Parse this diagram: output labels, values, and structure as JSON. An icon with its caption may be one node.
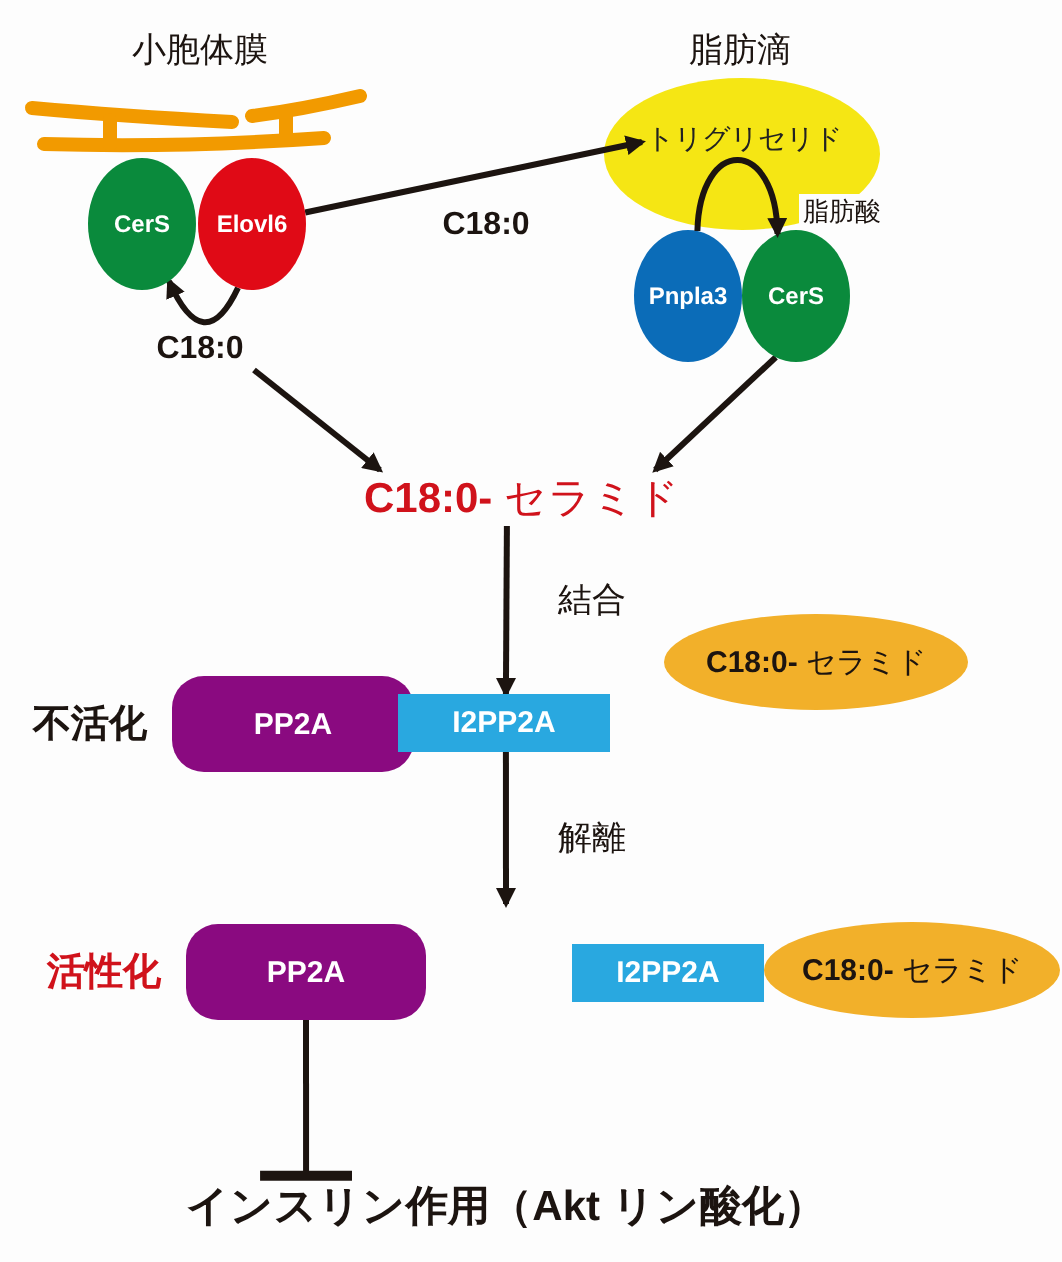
{
  "diagram": {
    "nodes": [
      {
        "text": [
          "CerS"
        ]
      },
      {
        "text": [
          "Elovl6"
        ]
      },
      {
        "text": [
          "トリグリセリド"
        ],
        "beside": [
          "脂肪滴"
        ]
      },
      {
        "text": [
          "Pnpla3"
        ]
      },
      {
        "text": [
          "CerS"
        ]
      },
      {
        "text": [
          "C18:0"
        ]
      },
      {
        "text": [
          "**C18:0-** セラミド"
        ]
      },
      {
        "text": [
          "PP2A"
        ],
        "beside": [
          "不活化"
        ]
      },
      {
        "text": [
          "I2PP2A"
        ]
      },
      {
        "text": [
          "**C18:0-** セラミド"
        ]
      },
      {
        "text": [
          "PP2A"
        ],
        "beside": [
          "活性化"
        ]
      },
      {
        "text": [
          "I2PP2A"
        ]
      },
      {
        "text": [
          "**C18:0-** セラミド"
        ]
      },
      {
        "text": [
          "インスリン作用（Akt リン酸化）"
        ]
      }
    ],
    "edges": [
      {
        "from": 1,
        "to": 2,
        "arrow": "to",
        "label": "C18:0"
      },
      {
        "from": 1,
        "to": 0,
        "arrow": "to"
      },
      {
        "from": 3,
        "to": 4,
        "arrow": "to",
        "label": "脂肪酸"
      },
      {
        "from": 5,
        "to": 6,
        "arrow": "to"
      },
      {
        "from": 4,
        "to": 6,
        "arrow": "to"
      },
      {
        "from": 6,
        "to": 8,
        "arrow": "to",
        "label": "結合"
      },
      {
        "from": 8,
        "to": null,
        "arrow": "to",
        "label": "解離"
      },
      {
        "from": 10,
        "to": 13,
        "arrow": "other"
      }
    ],
    "labels": [
      "小胞体膜"
    ]
  }
}
